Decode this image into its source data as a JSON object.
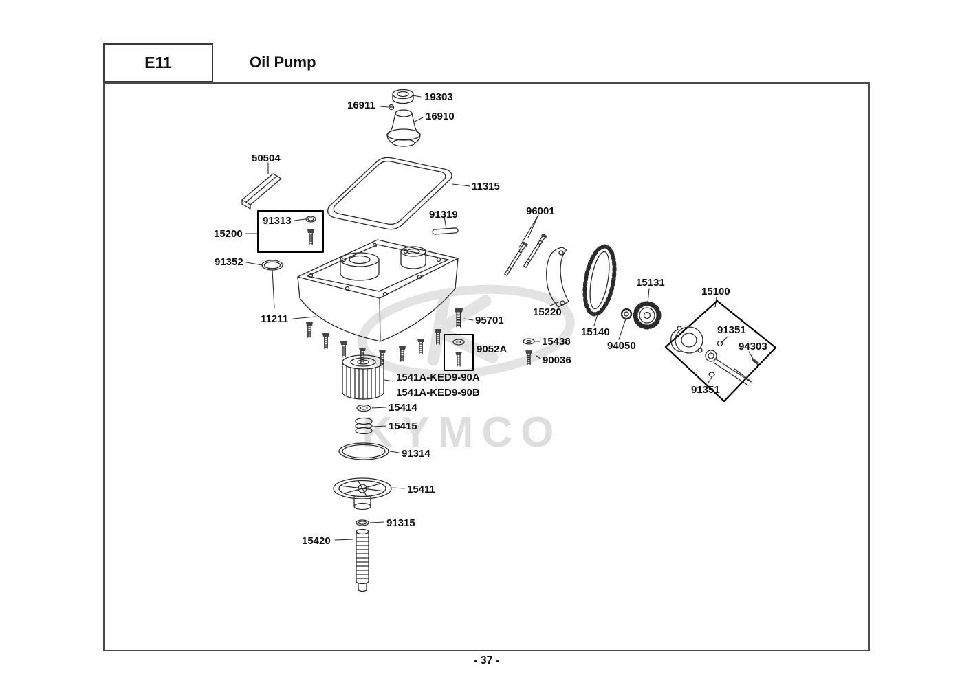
{
  "header": {
    "code": "E11",
    "title": "Oil Pump"
  },
  "footer": {
    "page_number": "- 37 -"
  },
  "watermark": "KYMCO",
  "parts": {
    "p19303": "19303",
    "p16911": "16911",
    "p16910": "16910",
    "p50504": "50504",
    "p11315": "11315",
    "p91313": "91313",
    "p15200": "15200",
    "p91319": "91319",
    "p96001": "96001",
    "p91352": "91352",
    "p11211": "11211",
    "p95701": "95701",
    "p15220": "15220",
    "p15131": "15131",
    "p15100": "15100",
    "p15140": "15140",
    "p94050": "94050",
    "p91351": "91351",
    "p94303": "94303",
    "p9052A": "9052A",
    "p15438": "15438",
    "p90036": "90036",
    "p1541A_A": "1541A-KED9-90A",
    "p1541A_B": "1541A-KED9-90B",
    "p15414": "15414",
    "p15415": "15415",
    "p91314": "91314",
    "p15411": "15411",
    "p91315": "91315",
    "p15420": "15420"
  }
}
